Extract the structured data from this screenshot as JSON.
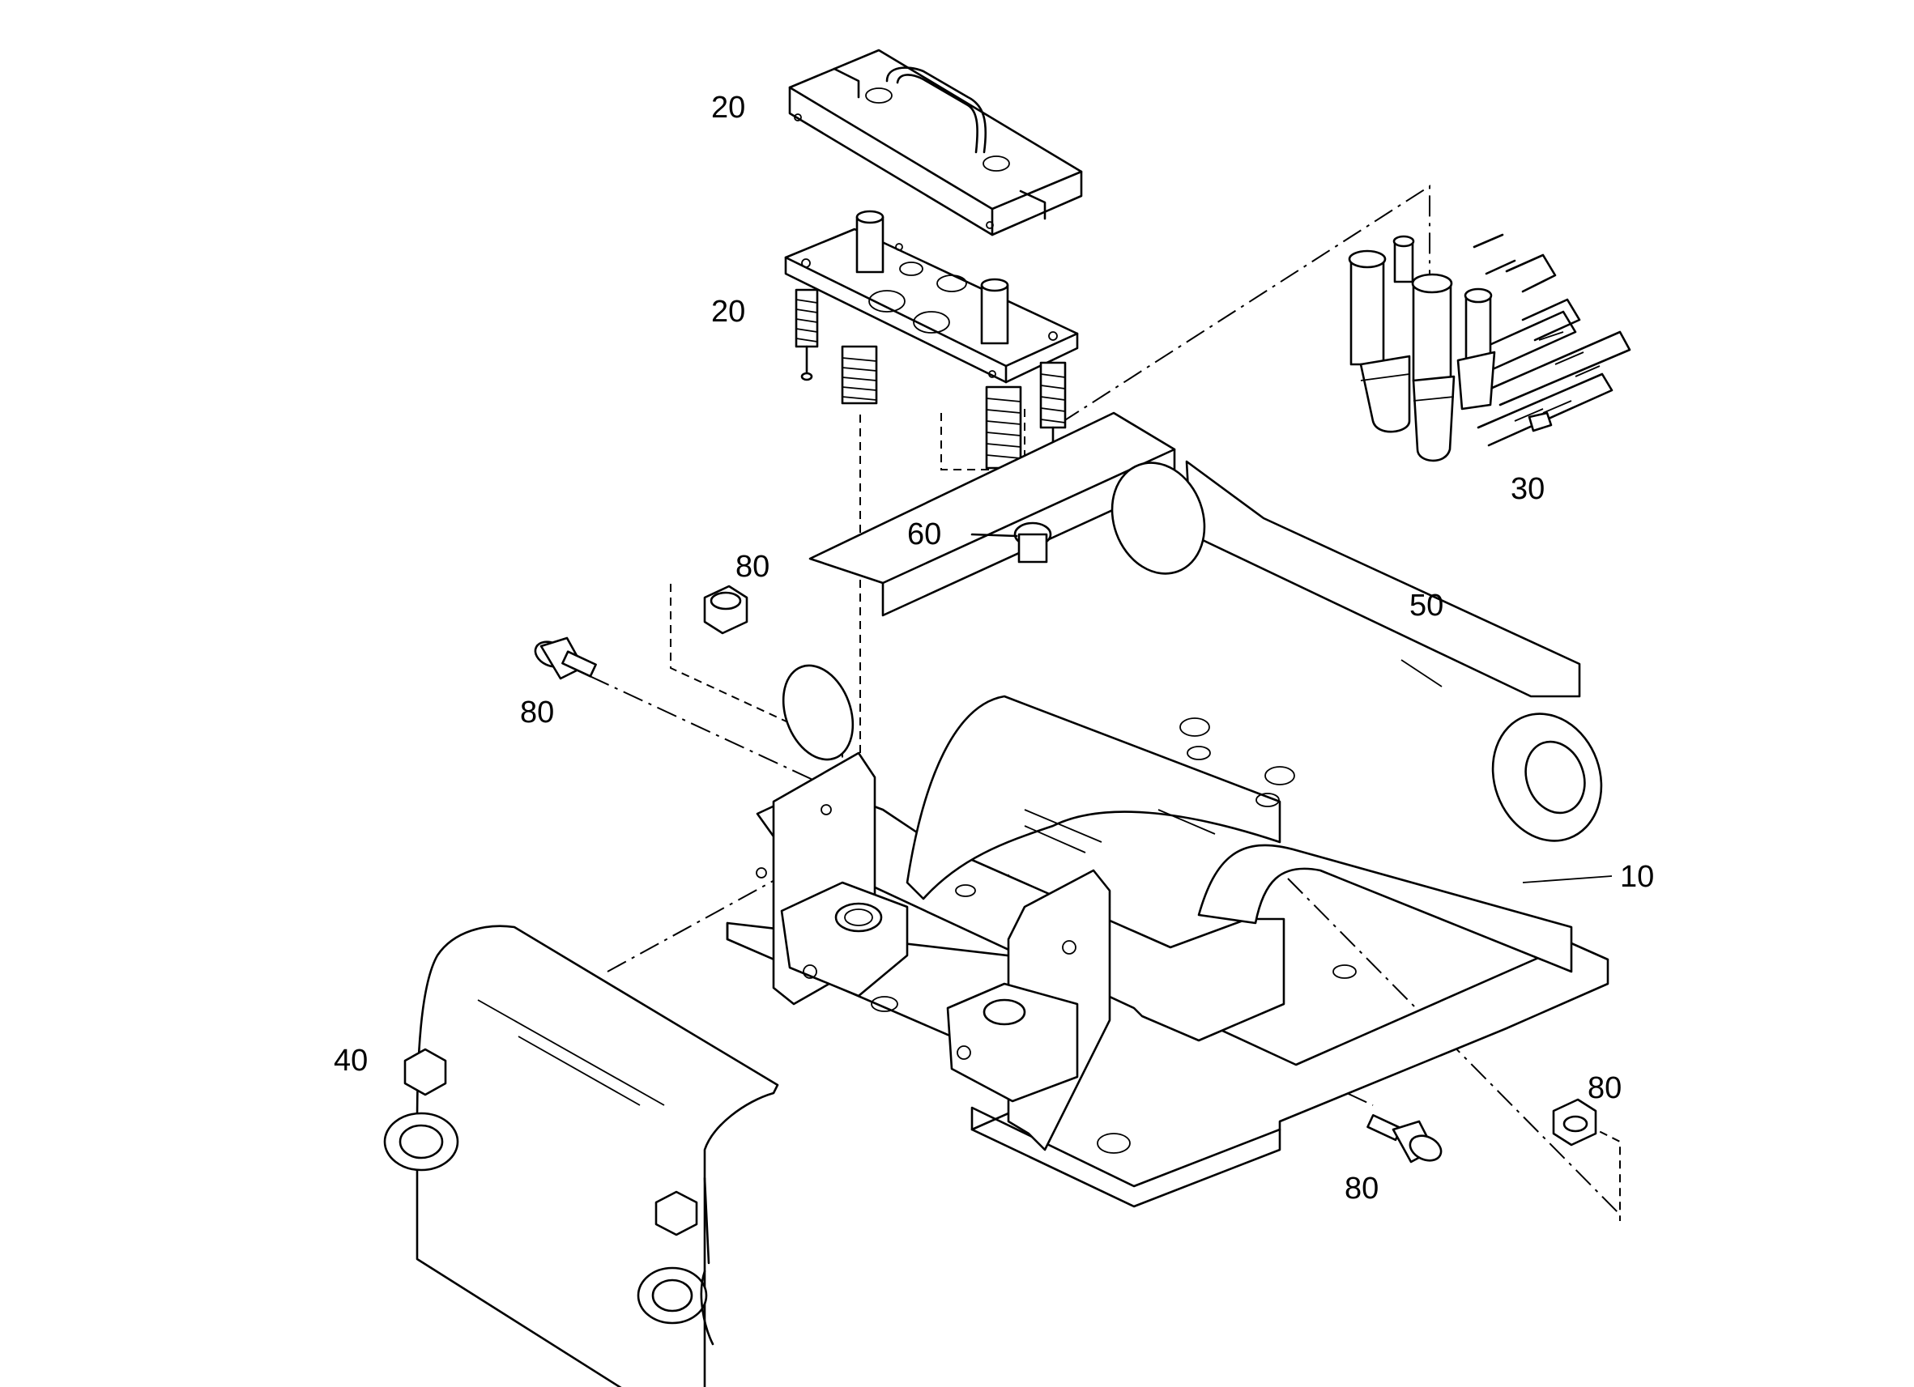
{
  "callouts": {
    "c20_top": "20",
    "c20_mid": "20",
    "c30": "30",
    "c60": "60",
    "c80_a": "80",
    "c80_b": "80",
    "c50": "50",
    "c10": "10",
    "c40": "40",
    "c80_c": "80",
    "c80_d": "80"
  }
}
